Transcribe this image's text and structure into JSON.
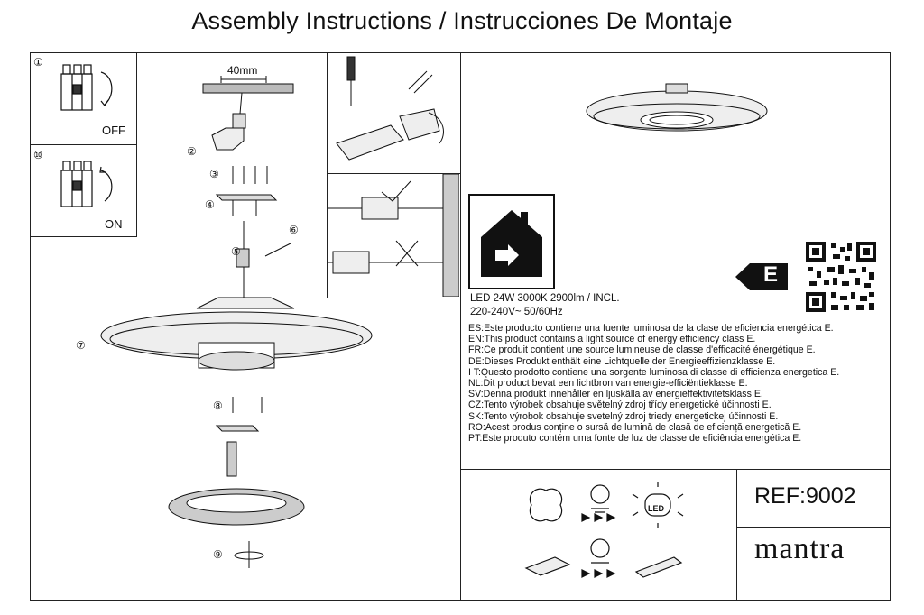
{
  "title": "Assembly Instructions / Instrucciones De Montaje",
  "steps": {
    "s1": "①",
    "s2": "②",
    "s3": "③",
    "s4": "④",
    "s5": "⑤",
    "s6": "⑥",
    "s7": "⑦",
    "s8": "⑧",
    "s9": "⑨",
    "s10": "⑩"
  },
  "panel_off": {
    "label": "OFF"
  },
  "panel_on": {
    "label": "ON"
  },
  "drill_dim": "40mm",
  "energy": {
    "class": "E",
    "spec_line1": "LED 24W 3000K 2900lm / INCL.",
    "spec_line2": "220-240V~  50/60Hz",
    "lines": [
      "ES:Este producto contiene una fuente luminosa de la clase de eficiencia energética E.",
      "EN:This product contains a light source of energy efficiency class E.",
      "FR:Ce produit contient une source lumineuse de classe d'efficacité énergétique E.",
      "DE:Dieses Produkt enthält eine Lichtquelle der Energieeffizienzklasse E.",
      "I T:Questo prodotto contiene una sorgente luminosa di classe di efficienza energetica E.",
      "NL:Dit product bevat een lichtbron van energie-efficiëntieklasse E.",
      "SV:Denna produkt innehåller en ljuskälla av energieffektivitetsklass E.",
      "CZ:Tento výrobek obsahuje světelný zdroj třídy energetické účinnosti E.",
      "SK:Tento výrobok obsahuje svetelný zdroj triedy energetickej účinnosti E.",
      "RO:Acest produs conține o sursă de lumină de clasă de eficiență energetică E.",
      "PT:Este produto contém uma fonte de luz de classe de eficiência energética E."
    ]
  },
  "led_icon_text": "LED",
  "ref": "REF:9002",
  "brand": "mantra",
  "icons": {
    "switch": "circuit-breaker-icon",
    "rotate": "rotate-arrow-icon",
    "house": "indoor-use-icon",
    "qr": "qr-code-icon",
    "arrow": "energy-class-arrow-icon"
  },
  "colors": {
    "ink": "#111111",
    "brand_accent": "#d4c800"
  }
}
